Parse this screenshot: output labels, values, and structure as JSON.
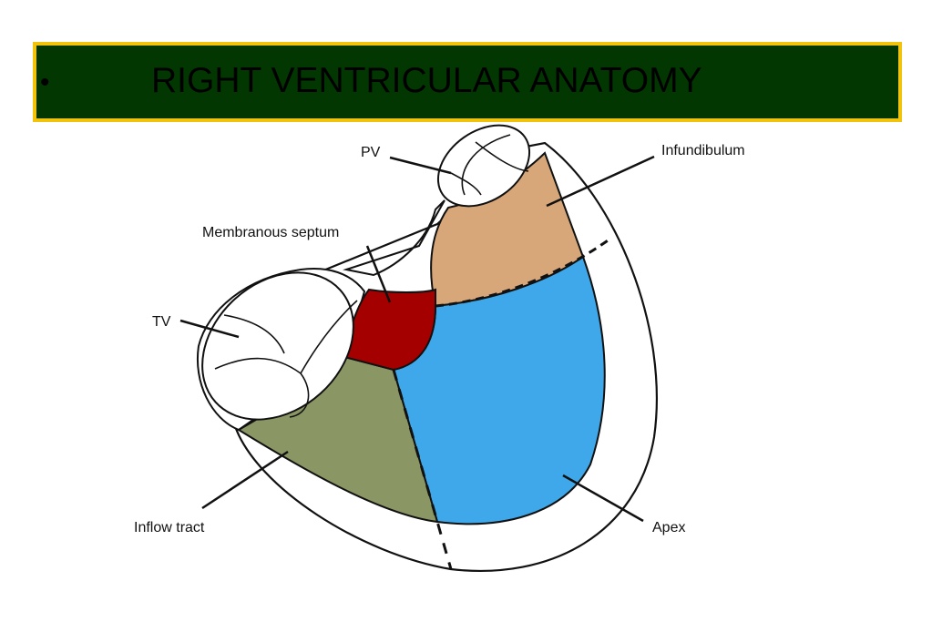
{
  "slide": {
    "bullet": "•",
    "title": "RIGHT VENTRICULAR ANATOMY"
  },
  "colors": {
    "title_bg": "#023702",
    "title_border": "#f1c30b",
    "infundibulum": "#d7a779",
    "membranous_septum": "#a50000",
    "inflow_tract": "#8a9664",
    "apex": "#3ea8ea"
  },
  "labels": {
    "pv": "PV",
    "infundibulum": "Infundibulum",
    "membranous_septum": "Membranous septum",
    "tv": "TV",
    "inflow_tract": "Inflow tract",
    "apex": "Apex"
  }
}
